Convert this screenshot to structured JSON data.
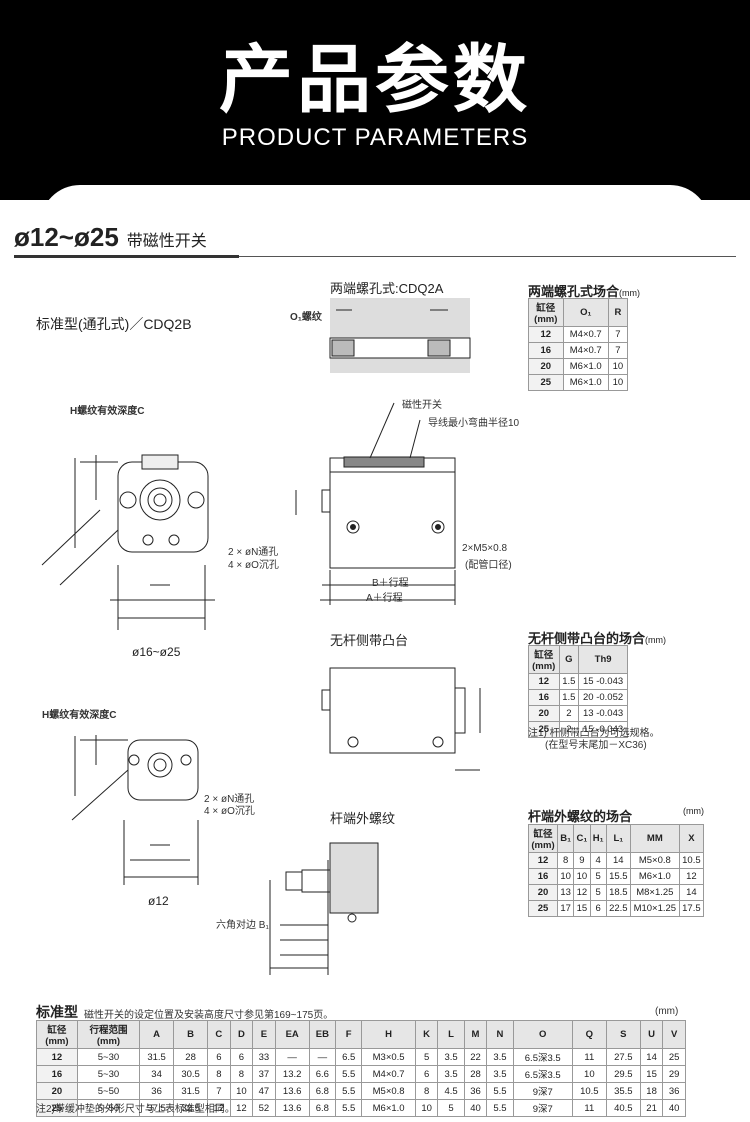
{
  "header": {
    "title": "产品参数",
    "subtitle": "PRODUCT PARAMETERS"
  },
  "section": {
    "title": "ø12~ø25",
    "suffix": "带磁性开关"
  },
  "std_label": "标准型(通孔式)／CDQ2B",
  "both_end": {
    "title": "两端螺孔式:CDQ2A",
    "o1_label": "O₁螺纹",
    "table_title": "两端螺孔式场合",
    "unit": "(mm)",
    "headers": [
      "缸径\n(mm)",
      "O₁",
      "R"
    ],
    "rows": [
      [
        "12",
        "M4×0.7",
        "7"
      ],
      [
        "16",
        "M4×0.7",
        "7"
      ],
      [
        "20",
        "M6×1.0",
        "10"
      ],
      [
        "25",
        "M6×1.0",
        "10"
      ]
    ]
  },
  "diagram": {
    "h_thread": "H螺纹有效深度C",
    "n_hole": "2 × øN通孔",
    "o_hole": "4 × øO沉孔",
    "size_big": "ø16~ø25",
    "size_small": "ø12",
    "switch": "磁性开关",
    "lead": "导线最小弯曲半径10",
    "port": "2×M5×0.8",
    "port2": "(配管口径)",
    "b_stroke": "B＋行程",
    "a_stroke": "A＋行程",
    "hex": "六角对边 B₁"
  },
  "boss": {
    "title": "无杆侧带凸台",
    "table_title": "无杆侧带凸台的场合",
    "unit": "(mm)",
    "headers": [
      "缸径\n(mm)",
      "G",
      "Th9"
    ],
    "rows": [
      [
        "12",
        "1.5",
        "15 -0.043"
      ],
      [
        "16",
        "1.5",
        "20 -0.052"
      ],
      [
        "20",
        "2",
        "13 -0.043"
      ],
      [
        "25",
        "2",
        "15 -0.043"
      ]
    ],
    "note1": "注1) 杆侧带凸台为可选规格。",
    "note2": "(在型号末尾加－XC36)"
  },
  "rod_thread": {
    "title": "杆端外螺纹",
    "table_title": "杆端外螺纹的场合",
    "unit": "(mm)",
    "headers": [
      "缸径\n(mm)",
      "B₁",
      "C₁",
      "H₁",
      "L₁",
      "MM",
      "X"
    ],
    "rows": [
      [
        "12",
        "8",
        "9",
        "4",
        "14",
        "M5×0.8",
        "10.5"
      ],
      [
        "16",
        "10",
        "10",
        "5",
        "15.5",
        "M6×1.0",
        "12"
      ],
      [
        "20",
        "13",
        "12",
        "5",
        "18.5",
        "M8×1.25",
        "14"
      ],
      [
        "25",
        "17",
        "15",
        "6",
        "22.5",
        "M10×1.25",
        "17.5"
      ]
    ]
  },
  "standard": {
    "title": "标准型",
    "desc": "磁性开关的设定位置及安装高度尺寸参见第169~175页。",
    "unit": "(mm)",
    "headers": [
      "缸径\n(mm)",
      "行程范围\n(mm)",
      "A",
      "B",
      "C",
      "D",
      "E",
      "EA",
      "EB",
      "F",
      "H",
      "K",
      "L",
      "M",
      "N",
      "O",
      "Q",
      "S",
      "U",
      "V"
    ],
    "rows": [
      [
        "12",
        "5~30",
        "31.5",
        "28",
        "6",
        "6",
        "33",
        "—",
        "—",
        "6.5",
        "M3×0.5",
        "5",
        "3.5",
        "22",
        "3.5",
        "6.5深3.5",
        "11",
        "27.5",
        "14",
        "25"
      ],
      [
        "16",
        "5~30",
        "34",
        "30.5",
        "8",
        "8",
        "37",
        "13.2",
        "6.6",
        "5.5",
        "M4×0.7",
        "6",
        "3.5",
        "28",
        "3.5",
        "6.5深3.5",
        "10",
        "29.5",
        "15",
        "29"
      ],
      [
        "20",
        "5~50",
        "36",
        "31.5",
        "7",
        "10",
        "47",
        "13.6",
        "6.8",
        "5.5",
        "M5×0.8",
        "8",
        "4.5",
        "36",
        "5.5",
        "9深7",
        "10.5",
        "35.5",
        "18",
        "36"
      ],
      [
        "25",
        "5~50",
        "37.5",
        "32.5",
        "12",
        "12",
        "52",
        "13.6",
        "6.8",
        "5.5",
        "M6×1.0",
        "10",
        "5",
        "40",
        "5.5",
        "9深7",
        "11",
        "40.5",
        "21",
        "40"
      ]
    ],
    "note": "注2)带缓冲垫的外形尺寸与上表标准型相同。"
  }
}
